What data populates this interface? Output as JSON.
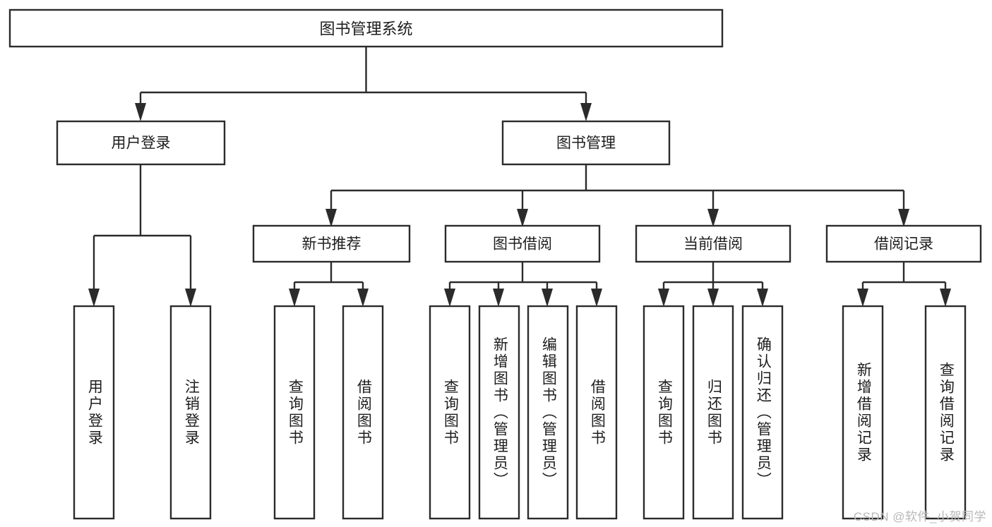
{
  "diagram": {
    "type": "tree-hierarchy",
    "title": "图书管理系统",
    "watermark": "CSDN @软件_小贺同学",
    "colors": {
      "stroke": "#2b2b2b",
      "fill": "#ffffff",
      "text": "#1d1d1d",
      "watermark": "#b8b8b8",
      "background": "#ffffff"
    },
    "root": {
      "label": "图书管理系统"
    },
    "level2": [
      {
        "label": "用户登录"
      },
      {
        "label": "图书管理"
      }
    ],
    "level3": [
      {
        "label": "新书推荐"
      },
      {
        "label": "图书借阅"
      },
      {
        "label": "当前借阅"
      },
      {
        "label": "借阅记录"
      }
    ],
    "leaves": {
      "user_login": [
        {
          "label": "用户登录"
        },
        {
          "label": "注销登录"
        }
      ],
      "new_book_recommend": [
        {
          "label": "查询图书"
        },
        {
          "label": "借阅图书"
        }
      ],
      "book_borrow": [
        {
          "label": "查询图书"
        },
        {
          "label": "新增图书（管理员）"
        },
        {
          "label": "编辑图书（管理员）"
        },
        {
          "label": "借阅图书"
        }
      ],
      "current_borrow": [
        {
          "label": "查询图书"
        },
        {
          "label": "归还图书"
        },
        {
          "label": "确认归还（管理员）"
        }
      ],
      "borrow_records": [
        {
          "label": "新增借阅记录"
        },
        {
          "label": "查询借阅记录"
        }
      ]
    }
  }
}
